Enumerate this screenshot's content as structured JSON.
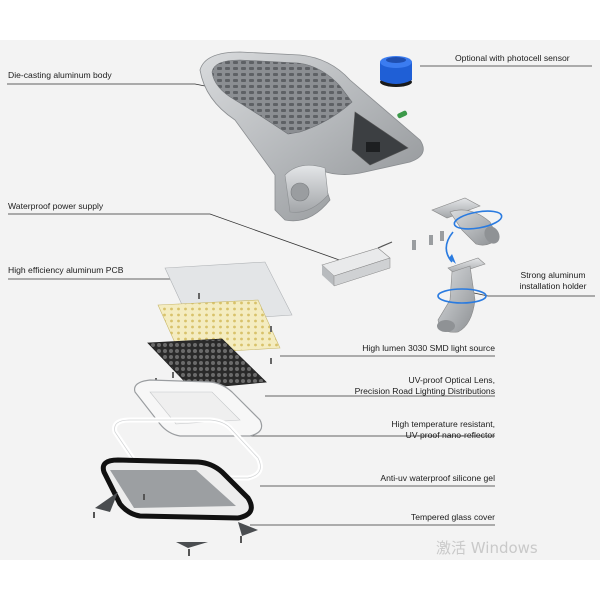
{
  "labels": {
    "body": "Die-casting aluminum body",
    "sensor": "Optional with photocell sensor",
    "power": "Waterproof power supply",
    "pcb": "High efficiency aluminum PCB",
    "holder": [
      "Strong aluminum",
      "installation holder"
    ],
    "smd": "High lumen 3030 SMD light source",
    "lens": [
      "UV-proof Optical Lens,",
      "Precision Road Lighting Distributions"
    ],
    "reflector": [
      "High temperature resistant,",
      "UV-proof nano-reflector"
    ],
    "gel": "Anti-uv  waterproof silicone gel",
    "glass": "Tempered glass cover"
  },
  "watermark": "激活 Windows",
  "colors": {
    "panel": "#f3f3f3",
    "line": "#333333",
    "sensor_blue": "#1f5fd6",
    "arrow_blue": "#2a7be0",
    "aluminum": "#b9bcbf",
    "led_yellow": "#f2e6a8"
  }
}
